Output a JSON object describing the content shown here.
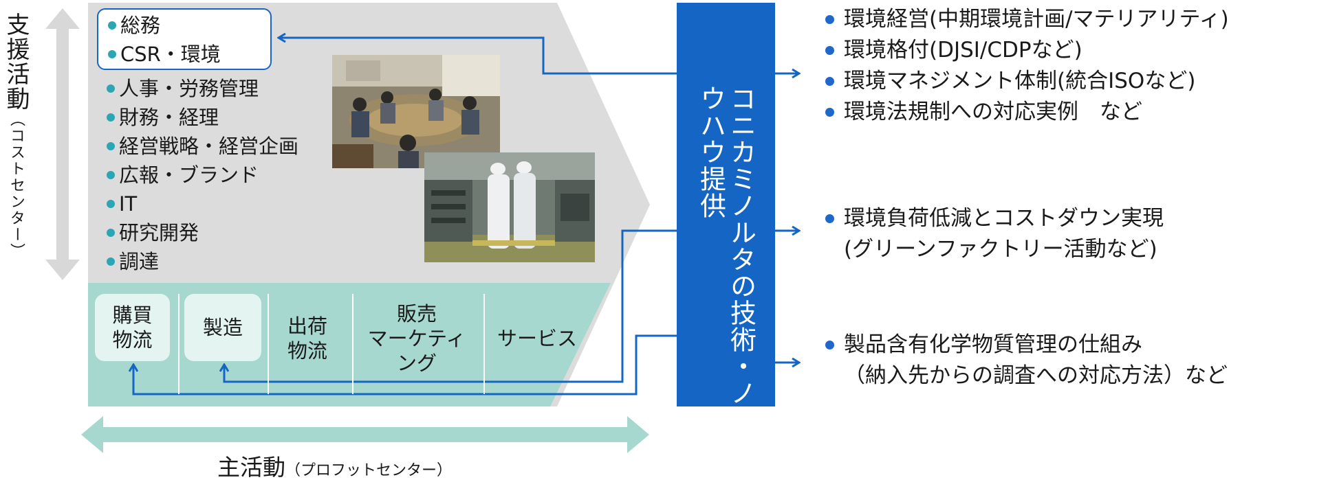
{
  "support": {
    "label": "支援活動",
    "sublabel": "（コストセンター）",
    "admin_items": [
      "総務",
      "CSR・環境"
    ],
    "items": [
      "人事・労務管理",
      "財務・経理",
      "経営戦略・経営企画",
      "広報・ブランド",
      "IT",
      "研究開発",
      "調達"
    ]
  },
  "primary": {
    "label": "主活動",
    "sublabel": "（プロフットセンター）",
    "cells": [
      {
        "lines": [
          "購買",
          "物流"
        ]
      },
      {
        "lines": [
          "製造"
        ]
      },
      {
        "lines": [
          "出荷",
          "物流"
        ]
      },
      {
        "lines": [
          "販売",
          "マーケティ",
          "ング"
        ]
      },
      {
        "lines": [
          "サービス"
        ]
      }
    ]
  },
  "provider": {
    "col1": "技術・ノウハウ提供",
    "col2": "コニカミノルタの"
  },
  "offerings": {
    "group1": [
      "環境経営(中期環境計画/マテリアリティ)",
      "環境格付(DJSI/CDPなど)",
      "環境マネジメント体制(統合ISOなど)",
      "環境法規制への対応実例　など"
    ],
    "group2": {
      "first": "環境負荷低減とコストダウン実現",
      "cont": "(グリーンファクトリー活動など)"
    },
    "group3": {
      "first": "製品含有化学物質管理の仕組み",
      "cont": "（納入先からの調査への対応方法）など"
    }
  },
  "icons": {
    "support_arrow": "double-headed-vertical-arrow-icon",
    "primary_arrow": "double-headed-horizontal-arrow-icon",
    "photo_meeting": "meeting-photo",
    "photo_factory": "factory-photo"
  },
  "colors": {
    "accent_blue": "#1566c4",
    "chevron_gray": "#dcdcdc",
    "primary_teal": "#a7d8d0",
    "bullet_teal": "#2aa6b4",
    "arrow_gray": "#d8d8d8",
    "arrow_teal": "#a7d8d0"
  }
}
